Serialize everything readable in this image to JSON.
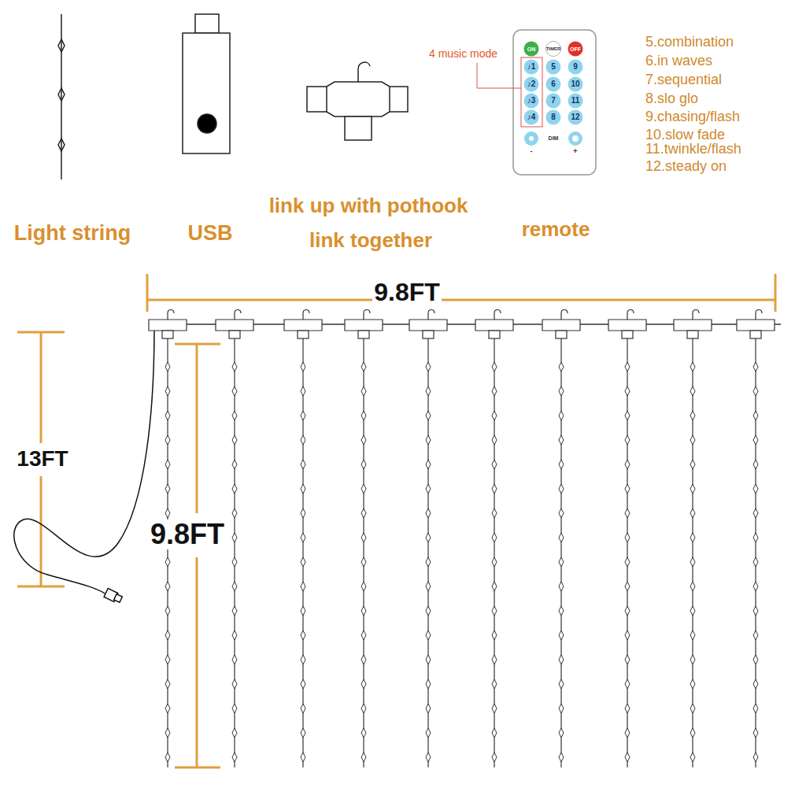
{
  "diagram": {
    "nodes": [
      {
        "text": [
          "ON"
        ]
      },
      {
        "text": [
          "TIMER"
        ]
      },
      {
        "text": [
          "OFF"
        ]
      },
      {
        "text": [
          "♪1"
        ]
      },
      {
        "text": [
          "5"
        ]
      },
      {
        "text": [
          "9"
        ]
      },
      {
        "text": [
          "♪2"
        ]
      },
      {
        "text": [
          "6"
        ]
      },
      {
        "text": [
          "10"
        ]
      },
      {
        "text": [
          "♪3"
        ]
      },
      {
        "text": [
          "7"
        ]
      },
      {
        "text": [
          "11"
        ]
      },
      {
        "text": [
          "♪4"
        ]
      },
      {
        "text": [
          "8"
        ]
      },
      {
        "text": [
          "12"
        ]
      }
    ],
    "labels": [
      "4 music mode",
      "DIM",
      "-",
      "+",
      "5.combination",
      "6.in waves",
      "7.sequential",
      "8.slo glo",
      "9.chasing/flash",
      "10.slow fade",
      "11.twinkle/flash",
      "12.steady on",
      "Light string",
      "USB",
      "link up with pothook",
      "link together",
      "remote",
      "9.8FT",
      "13FT",
      "9.8FT"
    ]
  }
}
